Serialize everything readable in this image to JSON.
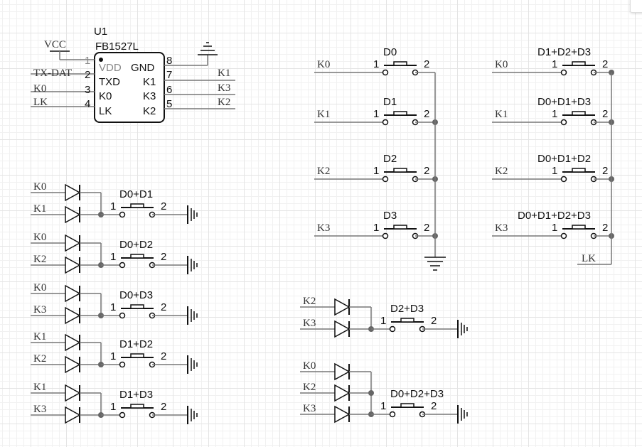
{
  "ic": {
    "ref": "U1",
    "part": "FB1527L",
    "power_net": "VCC",
    "pins": [
      {
        "num": "1",
        "name": "VDD"
      },
      {
        "num": "2",
        "name": "TXD"
      },
      {
        "num": "3",
        "name": "K0"
      },
      {
        "num": "4",
        "name": "LK"
      },
      {
        "num": "8",
        "name": "GND"
      },
      {
        "num": "7",
        "name": "K1"
      },
      {
        "num": "6",
        "name": "K3"
      },
      {
        "num": "5",
        "name": "K2"
      }
    ],
    "left_nets": [
      "TX-DAT",
      "K0",
      "LK"
    ],
    "right_nets": [
      "K1",
      "K3",
      "K2"
    ]
  },
  "switch_pin_labels": [
    "1",
    "2"
  ],
  "single_switches": [
    {
      "label": "D0",
      "net": "K0"
    },
    {
      "label": "D1",
      "net": "K1"
    },
    {
      "label": "D2",
      "net": "K2"
    },
    {
      "label": "D3",
      "net": "K3"
    }
  ],
  "triple_switches": [
    {
      "label": "D1+D2+D3",
      "net": "K0"
    },
    {
      "label": "D0+D1+D3",
      "net": "K1"
    },
    {
      "label": "D0+D1+D2",
      "net": "K2"
    },
    {
      "label": "D0+D1+D2+D3",
      "net": "K3"
    }
  ],
  "triple_common_net": "LK",
  "diode_switches": [
    {
      "label": "D0+D1",
      "nets": [
        "K0",
        "K1"
      ]
    },
    {
      "label": "D0+D2",
      "nets": [
        "K0",
        "K2"
      ]
    },
    {
      "label": "D0+D3",
      "nets": [
        "K0",
        "K3"
      ]
    },
    {
      "label": "D1+D2",
      "nets": [
        "K1",
        "K2"
      ]
    },
    {
      "label": "D1+D3",
      "nets": [
        "K1",
        "K3"
      ]
    },
    {
      "label": "D2+D3",
      "nets": [
        "K2",
        "K3"
      ]
    },
    {
      "label": "D0+D2+D3",
      "nets": [
        "K0",
        "K2",
        "K3"
      ]
    }
  ]
}
